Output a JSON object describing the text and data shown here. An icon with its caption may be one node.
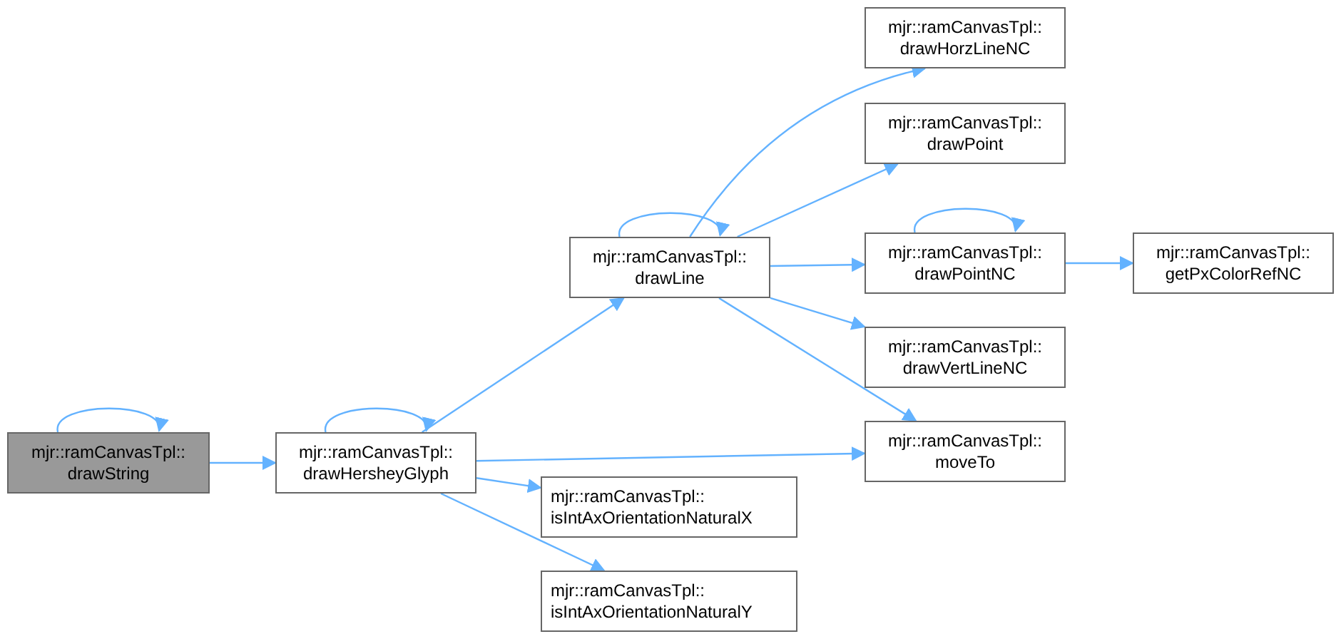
{
  "diagram": {
    "nodes": [
      {
        "text": [
          "mjr::ramCanvasTpl:: drawString"
        ]
      },
      {
        "text": [
          "mjr::ramCanvasTpl:: drawHersheyGlyph"
        ]
      },
      {
        "text": [
          "mjr::ramCanvasTpl:: drawLine"
        ]
      },
      {
        "text": [
          "mjr::ramCanvasTpl:: drawHorzLineNC"
        ]
      },
      {
        "text": [
          "mjr::ramCanvasTpl:: drawPoint"
        ]
      },
      {
        "text": [
          "mjr::ramCanvasTpl:: drawPointNC"
        ]
      },
      {
        "text": [
          "mjr::ramCanvasTpl:: getPxColorRefNC"
        ]
      },
      {
        "text": [
          "mjr::ramCanvasTpl:: drawVertLineNC"
        ]
      },
      {
        "text": [
          "mjr::ramCanvasTpl:: moveTo"
        ]
      },
      {
        "text": [
          "mjr::ramCanvasTpl:: isIntAxOrientationNaturalX"
        ]
      },
      {
        "text": [
          "mjr::ramCanvasTpl:: isIntAxOrientationNaturalY"
        ]
      }
    ],
    "edges": [
      {
        "from": 0,
        "to": 0,
        "arrow": "to"
      },
      {
        "from": 0,
        "to": 1,
        "arrow": "to"
      },
      {
        "from": 1,
        "to": 1,
        "arrow": "to"
      },
      {
        "from": 1,
        "to": 2,
        "arrow": "to"
      },
      {
        "from": 1,
        "to": 8,
        "arrow": "to"
      },
      {
        "from": 1,
        "to": 9,
        "arrow": "to"
      },
      {
        "from": 1,
        "to": 10,
        "arrow": "to"
      },
      {
        "from": 2,
        "to": 2,
        "arrow": "to"
      },
      {
        "from": 2,
        "to": 3,
        "arrow": "to"
      },
      {
        "from": 2,
        "to": 4,
        "arrow": "to"
      },
      {
        "from": 2,
        "to": 5,
        "arrow": "to"
      },
      {
        "from": 2,
        "to": 7,
        "arrow": "to"
      },
      {
        "from": 2,
        "to": 8,
        "arrow": "to"
      },
      {
        "from": 5,
        "to": 5,
        "arrow": "to"
      },
      {
        "from": 5,
        "to": 6,
        "arrow": "to"
      }
    ]
  }
}
